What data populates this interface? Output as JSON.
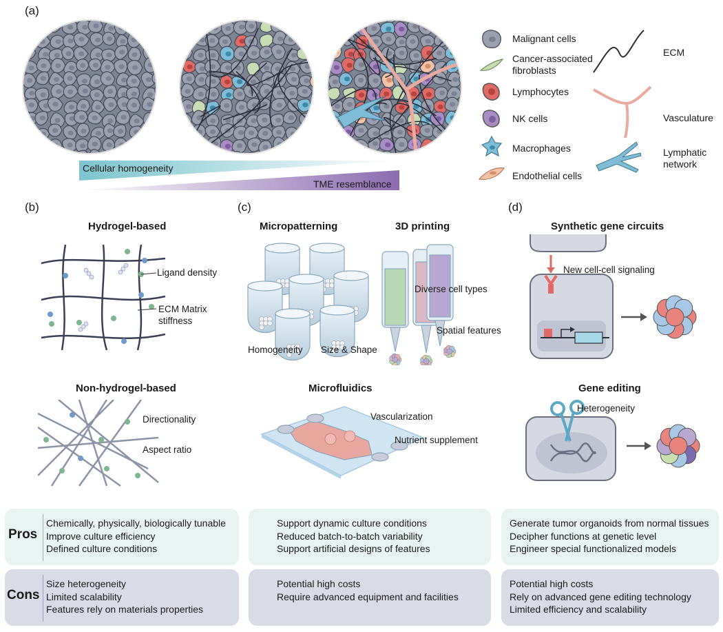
{
  "panel_a": {
    "label": "(a)",
    "gradient_1": "Cellular homogeneity",
    "gradient_2": "TME resemblance",
    "legend_left": [
      {
        "name": "Malignant cells",
        "icon": "malignant-cell-icon"
      },
      {
        "name": "Cancer-associated\nfibroblasts",
        "icon": "fibroblast-icon"
      },
      {
        "name": "Lymphocytes",
        "icon": "lymphocyte-icon"
      },
      {
        "name": "NK cells",
        "icon": "nk-cell-icon"
      },
      {
        "name": "Macrophages",
        "icon": "macrophage-icon"
      },
      {
        "name": "Endothelial cells",
        "icon": "endothelial-cell-icon"
      }
    ],
    "legend_right": [
      {
        "name": "ECM",
        "icon": "ecm-fiber-icon"
      },
      {
        "name": "Vasculature",
        "icon": "vasculature-icon"
      },
      {
        "name": "Lymphatic\nnetwork",
        "icon": "lymphatic-network-icon"
      }
    ]
  },
  "panel_b": {
    "label": "(b)",
    "hydrogel_title": "Hydrogel-based",
    "hydrogel_labels": [
      "Ligand density",
      "ECM Matrix\nstiffness"
    ],
    "nonhydrogel_title": "Non-hydrogel-based",
    "nonhydrogel_labels": [
      "Directionality",
      "Aspect ratio"
    ]
  },
  "panel_c": {
    "label": "(c)",
    "micropatterning_title": "Micropatterning",
    "micropatterning_labels": [
      "Homogeneity",
      "Size & Shape"
    ],
    "printing_title": "3D printing",
    "printing_labels": [
      "Diverse cell types",
      "Spatial features"
    ],
    "microfluidics_title": "Microfluidics",
    "microfluidics_labels": [
      "Vascularization",
      "Nutrient supplement"
    ]
  },
  "panel_d": {
    "label": "(d)",
    "circuits_title": "Synthetic gene circuits",
    "circuits_label": "New cell-cell signaling",
    "editing_title": "Gene editing",
    "editing_label": "Heterogeneity"
  },
  "pros_label": "Pros",
  "cons_label": "Cons",
  "pros": [
    [
      "Chemically, physically, biologically tunable",
      "Improve culture efficiency",
      "Defined culture conditions"
    ],
    [
      "Support dynamic culture conditions",
      "Reduced batch-to-batch variability",
      "Support artificial designs of features"
    ],
    [
      "Generate tumor organoids from normal tissues",
      "Decipher functions at genetic level",
      "Engineer special functionalized models"
    ]
  ],
  "cons": [
    [
      "Size heterogeneity",
      "Limited scalability",
      "Features rely on materials properties"
    ],
    [
      "Potential high costs",
      "Require advanced equipment and facilities"
    ],
    [
      "Potential high costs",
      "Rely on advanced gene editing technology",
      "Limited efficiency and scalability"
    ]
  ],
  "colors": {
    "malignant": "#9aa0ae",
    "fibroblast": "#c8ddb4",
    "lymphocyte": "#e06a66",
    "nk": "#a88cc4",
    "macrophage": "#7fbcd6",
    "endothelial": "#f2c3a6",
    "vessel": "#e9aaa0",
    "pros_bg": "#e8f4f1",
    "cons_bg": "#d9dbe7"
  }
}
